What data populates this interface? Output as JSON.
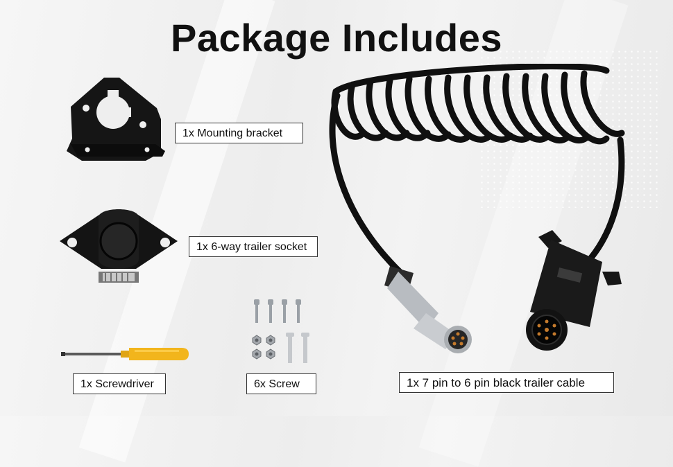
{
  "page": {
    "title": "Package Includes"
  },
  "items": [
    {
      "label": "1x Mounting bracket",
      "icon": "mounting-bracket-icon"
    },
    {
      "label": "1x 6-way trailer socket",
      "icon": "trailer-socket-icon"
    },
    {
      "label": "1x Screwdriver",
      "icon": "screwdriver-icon"
    },
    {
      "label": "6x Screw",
      "icon": "screws-icon"
    },
    {
      "label": "1x 7 pin to 6 pin black trailer cable",
      "icon": "coiled-trailer-cable-icon"
    }
  ],
  "colors": {
    "background": "#efefef",
    "product_black": "#111111",
    "screwdriver_handle": "#f2b51c",
    "metal": "#b9bcc0"
  }
}
